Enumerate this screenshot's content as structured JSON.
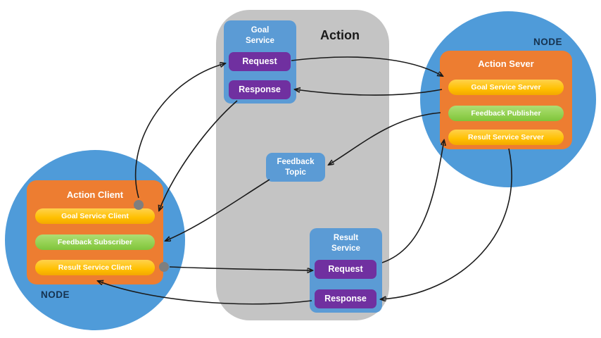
{
  "diagram": {
    "action": {
      "title": "Action"
    },
    "goal_service": {
      "title": "Goal\nService",
      "request_label": "Request",
      "response_label": "Response"
    },
    "feedback_topic": {
      "title": "Feedback\nTopic"
    },
    "result_service": {
      "title": "Result\nService",
      "request_label": "Request",
      "response_label": "Response"
    },
    "server_node": {
      "node_label": "NODE",
      "box_title": "Action Sever",
      "items": [
        {
          "label": "Goal Service Server",
          "color": "#ffc000"
        },
        {
          "label": "Feedback Publisher",
          "color": "#92d050"
        },
        {
          "label": "Result Service Server",
          "color": "#ffc000"
        }
      ]
    },
    "client_node": {
      "node_label": "NODE",
      "box_title": "Action Client",
      "items": [
        {
          "label": "Goal Service Client",
          "color": "#ffc000"
        },
        {
          "label": "Feedback Subscriber",
          "color": "#92d050"
        },
        {
          "label": "Result Service Client",
          "color": "#ffc000"
        }
      ]
    },
    "colors": {
      "node_circle": "#4f9bd9",
      "action_container": "#c4c4c4",
      "service_box": "#5b9bd5",
      "request_box": "#7030a0",
      "node_inner_box": "#ed7d31",
      "pill_yellow": "#ffc000",
      "pill_green": "#92d050",
      "connector": "#1a1a1a",
      "connection_dot": "#7f7f7f"
    }
  }
}
